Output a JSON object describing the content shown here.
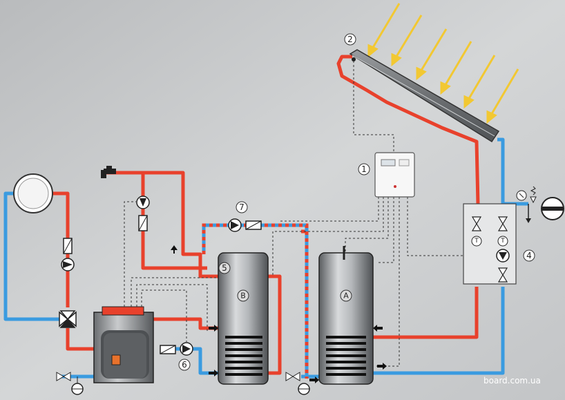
{
  "labels": {
    "controller": "1",
    "collector": "2",
    "sensor": "5",
    "pump_group": "4",
    "boiler_pump": "6",
    "circ_pump": "7",
    "tank_a": "A",
    "tank_b": "B"
  },
  "watermark": "board.com.ua",
  "colors": {
    "hot": "#e8412c",
    "cold": "#3a9be0",
    "sun": "#f2c832",
    "background": "#c9cbcc"
  }
}
